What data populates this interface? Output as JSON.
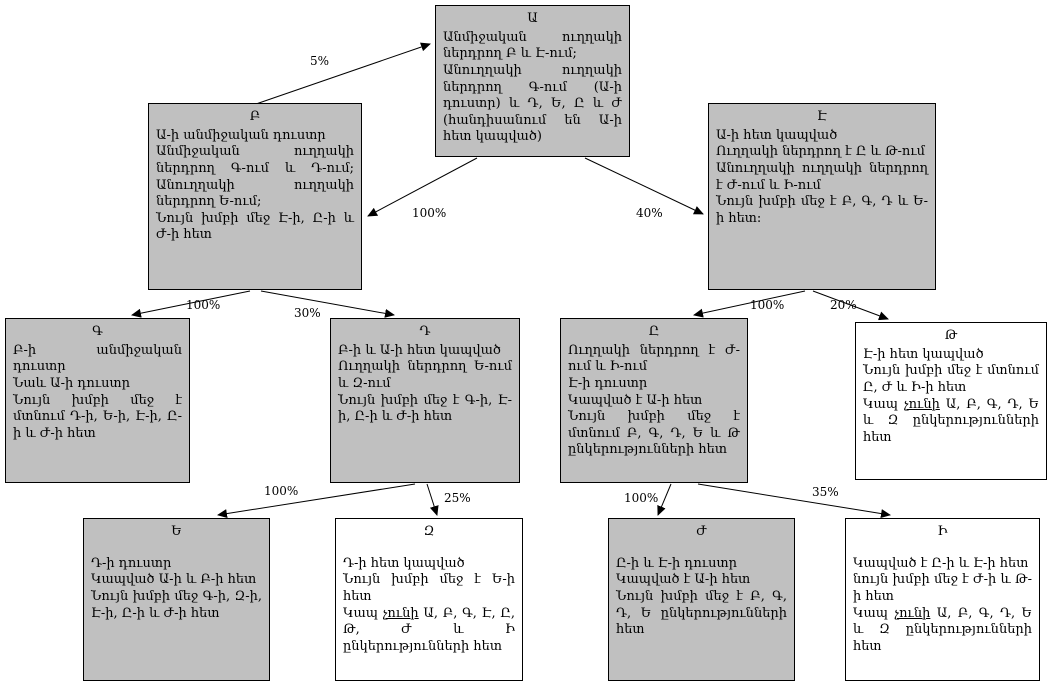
{
  "colors": {
    "node_fill_gray": "#c0c0c0",
    "node_fill_white": "#ffffff",
    "line": "#000000"
  },
  "boxes": {
    "a": {
      "title": "Ա",
      "lines": [
        "Անմիջական ուղղակի ներդրող Բ և Է-ում;",
        "Անուղղակի ուղղակի ներդրող Գ-ում (Ա-ի դուստր) և Դ, Ե, Ը և Ժ (հանդիսանում են Ա-ի հետ կապված)"
      ]
    },
    "b": {
      "title": "Բ",
      "lines": [
        "Ա-ի անմիջական դուստր",
        "Անմիջական ուղղակի ներդրող Գ-ում և Դ-ում; Անուղղակի ուղղակի ներդրող Ե-ում;",
        "Նույն խմբի մեջ Է-ի, Ը-ի և Ժ-ի հետ"
      ]
    },
    "ee": {
      "title": "Է",
      "lines": [
        "Ա-ի հետ կապված",
        "Ուղղակի ներդրող է Ը և Թ-ում",
        "Անուղղակի ուղղակի ներդրող է Ժ-ում և Ի-ում",
        "Նույն խմբի մեջ է Բ, Գ, Դ և Ե-ի հետ:"
      ]
    },
    "g": {
      "title": "Գ",
      "lines": [
        "Բ-ի անմիջական դուստր",
        "Նաև Ա-ի դուստր",
        "Նույն խմբի մեջ է մտնում Դ-ի, Ե-ի, Է-ի, Ը-ի և Ժ-ի հետ"
      ]
    },
    "d": {
      "title": "Դ",
      "lines": [
        "Բ-ի և Ա-ի հետ կապված",
        "Ուղղակի ներդրող Ե-ում և Զ-ում",
        "Նույն խմբի մեջ է Գ-ի, Է-ի, Ը-ի և Ժ-ի հետ"
      ]
    },
    "y": {
      "title": "Ը",
      "lines": [
        "Ուղղակի ներդրող է Ժ-ում և Ի-ում",
        "Է-ի դուստր",
        "Կապված է Ա-ի հետ",
        "Նույն խմբի մեջ է մտնում Բ, Գ, Դ, Ե և Թ ընկերությունների հետ"
      ]
    },
    "t": {
      "title": "Թ",
      "lines": [
        "Է-ի հետ կապված",
        "Նույն խմբի մեջ է մտնում Ը, Ժ և Ի-ի հետ"
      ],
      "no": {
        "pre": "Կապ ",
        "u": "չունի",
        "post": " Ա, Բ, Գ, Դ, Ե և Զ ընկերությունների հետ"
      }
    },
    "ye": {
      "title": "Ե",
      "lines": [
        "Դ-ի դուստր",
        "Կապված Ա-ի և Բ-ի հետ",
        "Նույն խմբի մեջ Գ-ի, Զ-ի, Է-ի, Ը-ի և Ժ-ի հետ"
      ]
    },
    "z": {
      "title": "Զ",
      "lines": [
        "Դ-ի հետ կապված",
        "Նույն խմբի մեջ է Ե-ի հետ"
      ],
      "no": {
        "pre": "Կապ ",
        "u": "չունի",
        "post": " Ա, Բ, Գ, Է, Ը, Թ, Ժ և Ի ընկերությունների հետ"
      }
    },
    "zh": {
      "title": "Ժ",
      "lines": [
        "Ը-ի և Է-ի դուստր",
        "Կապված է Ա-ի հետ",
        "Նույն խմբի մեջ է Բ, Գ, Դ, Ե ընկերությունների հետ"
      ]
    },
    "i": {
      "title": "Ի",
      "lines": [
        "Կապված է Ը-ի և Է-ի հետ",
        "նույն խմբի մեջ է Ժ-ի և Թ-ի հետ"
      ],
      "no": {
        "pre": "Կապ ",
        "u": "չունի",
        "post": " Ա, Բ, Գ, Դ, Ե և Զ ընկերությունների հետ"
      }
    }
  },
  "arrows": {
    "b_a": "5%",
    "a_b": "100%",
    "a_ee": "40%",
    "b_g": "100%",
    "b_d": "30%",
    "ee_y": "100%",
    "ee_t": "20%",
    "d_ye": "100%",
    "d_z": "25%",
    "y_zh": "100%",
    "y_i": "35%"
  }
}
